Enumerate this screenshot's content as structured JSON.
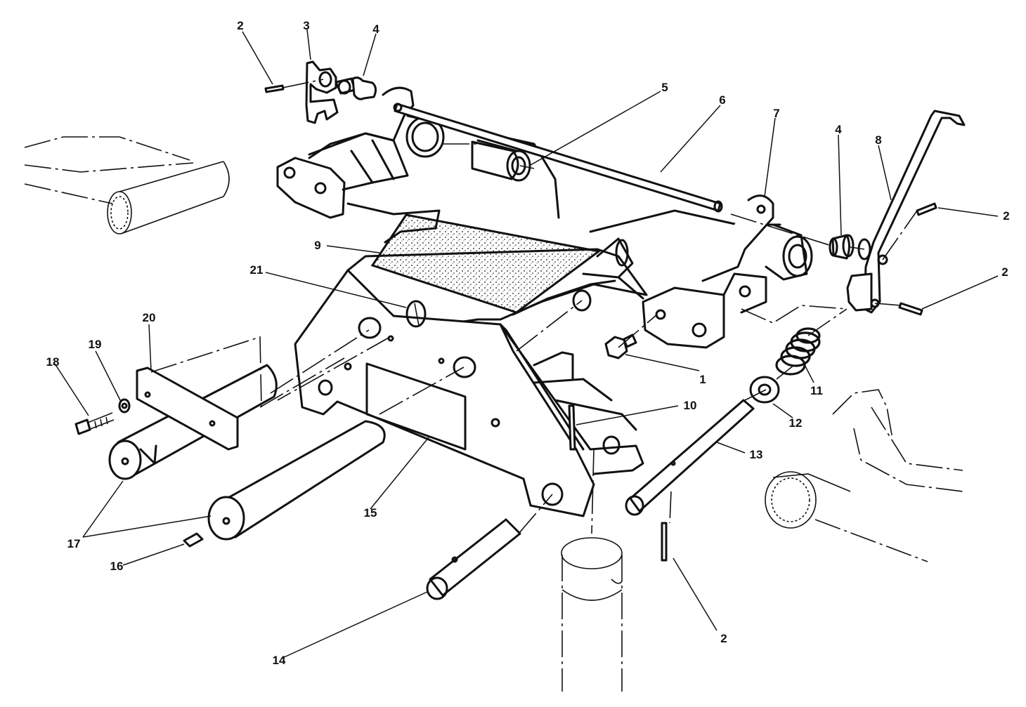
{
  "diagram": {
    "labels": {
      "p1": "1",
      "p2a": "2",
      "p2b": "2",
      "p2c": "2",
      "p2d": "2",
      "p3": "3",
      "p4a": "4",
      "p4b": "4",
      "p5": "5",
      "p6": "6",
      "p7": "7",
      "p8": "8",
      "p9": "9",
      "p10": "10",
      "p11": "11",
      "p12": "12",
      "p13": "13",
      "p14": "14",
      "p15": "15",
      "p16": "16",
      "p17": "17",
      "p18": "18",
      "p19": "19",
      "p20": "20",
      "p21": "21"
    }
  }
}
